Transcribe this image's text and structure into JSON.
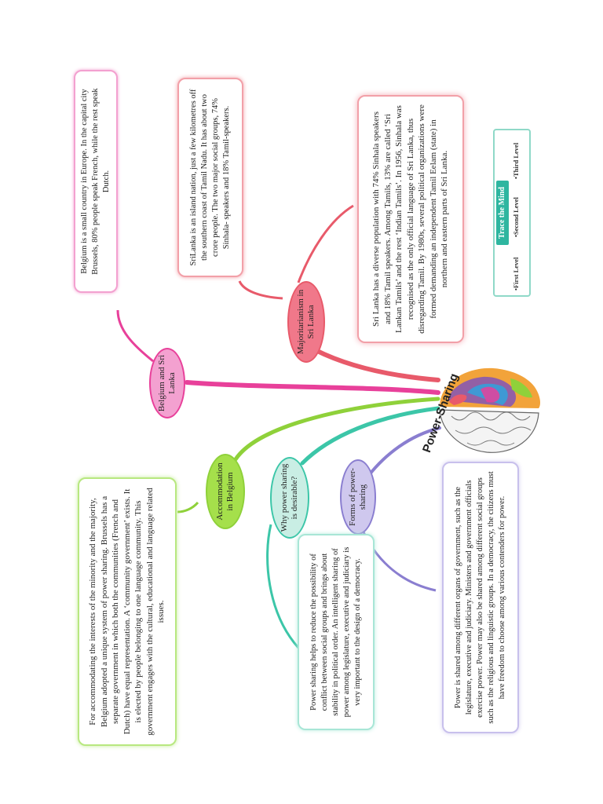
{
  "title": "Power-Sharing",
  "legend": {
    "title": "Trace the Mind Map",
    "levels": [
      "First Level",
      "Second Level",
      "Third Level"
    ]
  },
  "nodes": {
    "belgium": "Belgium and Sri Lanka",
    "majoritarianism": "Majoritarianism in Sri Lanka",
    "accommodation": "Accommodation in Belgium",
    "desirable": "Why power sharing is desirable?",
    "forms": "Forms of power-sharing"
  },
  "boxes": {
    "belgium_info": "Belgium is a small country in Europe. In the capital city Brussels, 80% people speak French, while the rest speak Dutch.",
    "srilanka_info": "SriLanka is an island nation, just a few kilometres off the southern coast of Tamil Nadu. It has about two crore people. The two major social groups, 74% Sinhala- speakers and 18% Tamil-speakers.",
    "majoritarianism_info": "Sri Lanka has a diverse population with 74% Sinhala speakers and 18% Tamil speakers. Among Tamils, 13% are called ‘Sri Lankan Tamils’ and the rest ‘Indian Tamils’. In 1956, Sinhala was recognised as the only official language of Sri Lanka, thus disregarding Tamil. By 1980s, several political organizations were formed demanding an independent Tamil Eelam (state) in northern and eastern parts of Sri Lanka.",
    "accommodation_info": "For accommodating the interests of the minority and the majority, Belgium adopted a unique system of power sharing. Brussels has a separate government in which both the communities (French and Dutch) have equal representation. A ‘community government’ exists. It is elected by people belonging to one language community. This government engages with the cultural, educational and language related issues.",
    "desirable_info": "Power sharing helps to reduce the possibility of conflict between social groups and brings about stability in political order. An intelligent sharing of power among legislature, executive and judiciary is very important to the design of a democracy.",
    "forms_info": "Power is shared among different organs of government, such as the legislature, executive and judiciary. Ministers and government officials exercise power. Power may also be shared among different social groups such as the religious and linguistic groups.  In a democracy, the citizens must have freedom to choose among various contenders for power."
  },
  "colors": {
    "pink": "#e8409a",
    "red": "#e85a6a",
    "green": "#8fd13a",
    "teal": "#3cc6a8",
    "purple": "#8a7ed0"
  }
}
